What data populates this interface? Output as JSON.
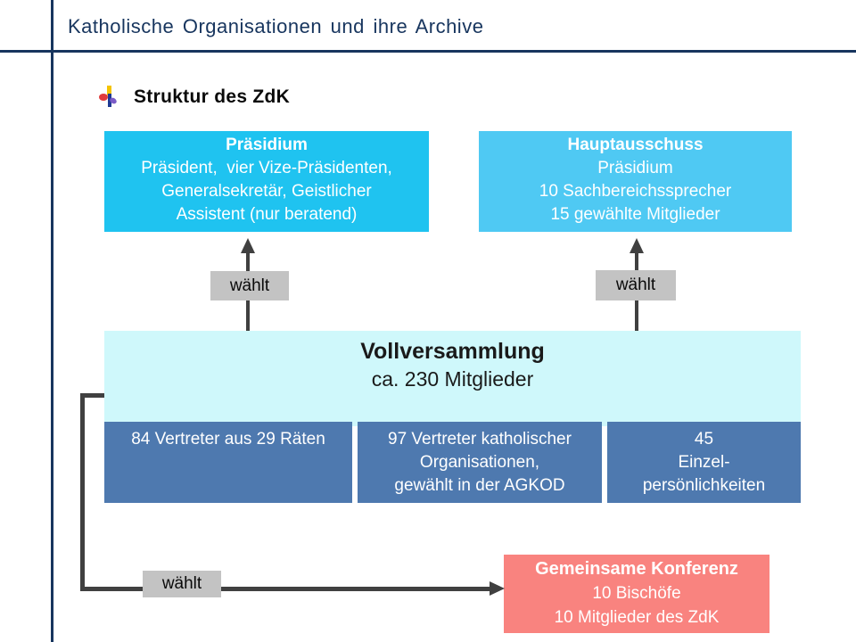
{
  "header": {
    "title": "Katholische Organisationen und ihre Archive"
  },
  "slide": {
    "heading": "Struktur des ZdK"
  },
  "labels": {
    "waehlt_left": "wählt",
    "waehlt_right": "wählt",
    "waehlt_bottom": "wählt"
  },
  "boxes": {
    "praesidium": {
      "title": "Präsidium",
      "lines": [
        "Präsident,  vier Vize-Präsidenten,",
        "Generalsekretär, Geistlicher",
        "Assistent (nur beratend)"
      ]
    },
    "hauptausschuss": {
      "title": "Hauptausschuss",
      "lines": [
        "Präsidium",
        "10 Sachbereichssprecher",
        "15 gewählte Mitglieder"
      ]
    },
    "vollversammlung": {
      "title": "Vollversammlung",
      "subtitle": "ca. 230 Mitglieder"
    },
    "delegates": [
      {
        "lines": [
          "84 Vertreter aus 29 Räten",
          "",
          ""
        ]
      },
      {
        "lines": [
          "97 Vertreter katholischer",
          "Organisationen,",
          "gewählt in der AGKOD"
        ]
      },
      {
        "lines": [
          "45",
          "Einzel-",
          "persönlichkeiten"
        ]
      }
    ],
    "gemeinsame_konferenz": {
      "title": "Gemeinsame Konferenz",
      "lines": [
        "10 Bischöfe",
        "10 Mitglieder des ZdK"
      ]
    }
  },
  "colors": {
    "navy": "#17355E",
    "cyan_left": "#1FC3F0",
    "cyan_right": "#4FC9F3",
    "pale_cyan": "#CFF8FB",
    "steel_blue": "#4E79AF",
    "salmon": "#F9837F",
    "label_gray": "#C3C3C3",
    "arrow_gray": "#404040"
  }
}
